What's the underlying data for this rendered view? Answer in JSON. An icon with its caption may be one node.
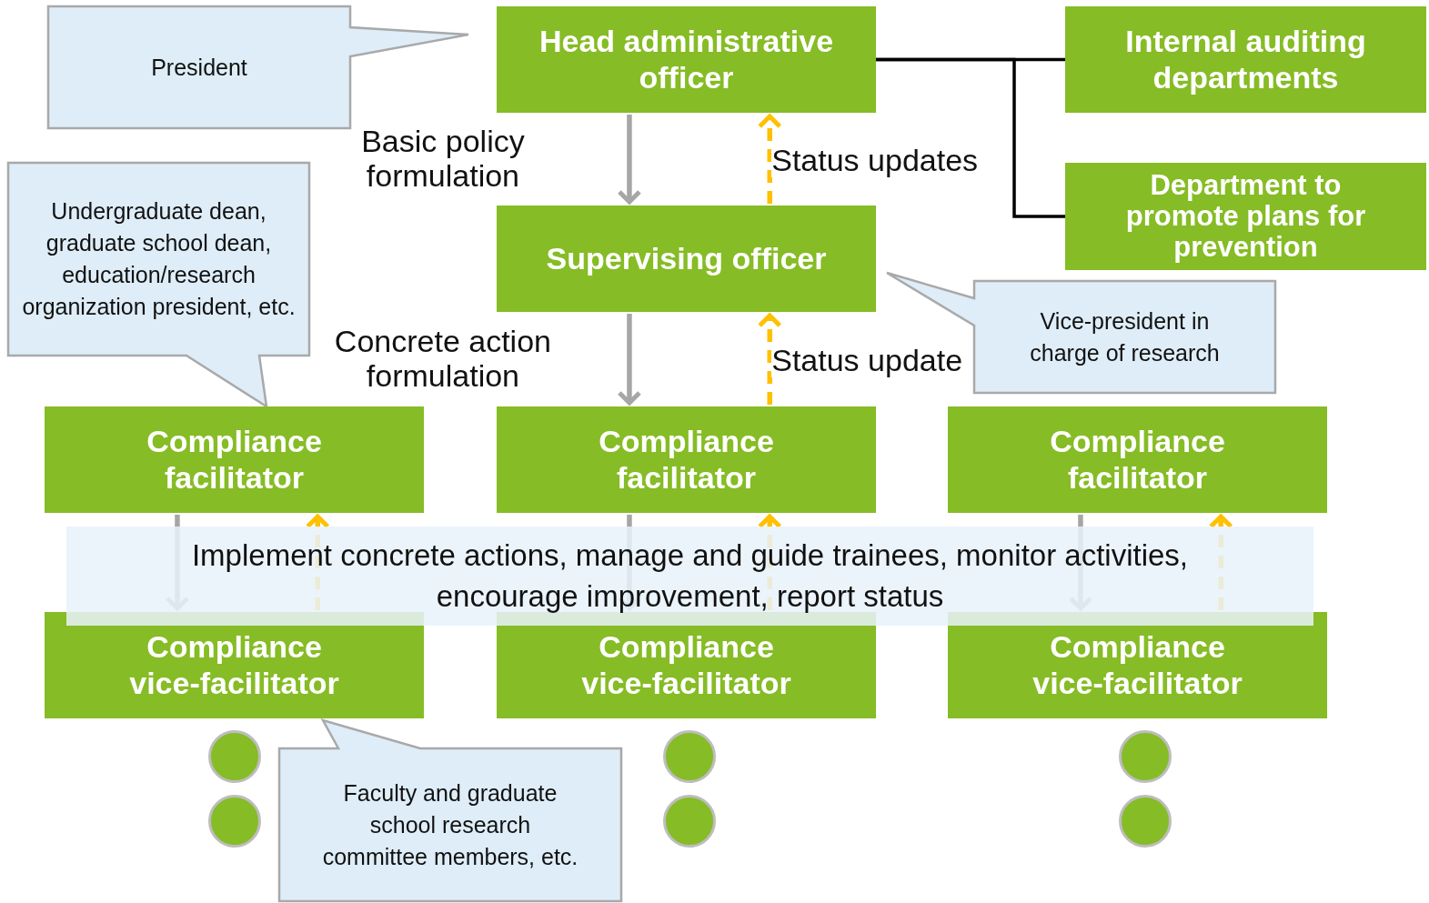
{
  "diagram": {
    "nodes": [
      {
        "text": [
          "President"
        ]
      },
      {
        "text": [
          "Head administrative officer"
        ]
      },
      {
        "text": [
          "Internal auditing departments"
        ]
      },
      {
        "text": [
          "Department to promote plans for prevention"
        ]
      },
      {
        "text": [
          "Undergraduate dean, graduate school dean, education/research organization president, etc."
        ]
      },
      {
        "text": [
          "Supervising officer"
        ]
      },
      {
        "text": [
          "Vice-president in charge of research"
        ]
      },
      {
        "text": [
          "Compliance facilitator"
        ]
      },
      {
        "text": [
          "Compliance facilitator"
        ]
      },
      {
        "text": [
          "Compliance facilitator"
        ]
      },
      {
        "text": [
          "Compliance vice-facilitator"
        ]
      },
      {
        "text": [
          "Compliance vice-facilitator"
        ]
      },
      {
        "text": [
          "Compliance vice-facilitator"
        ]
      },
      {
        "text": [
          "Faculty and graduate school research committee members, etc."
        ]
      },
      {
        "text": [],
        "shape": "circle"
      },
      {
        "text": [],
        "shape": "circle"
      },
      {
        "text": [],
        "shape": "circle"
      },
      {
        "text": [],
        "shape": "circle"
      },
      {
        "text": [],
        "shape": "circle"
      },
      {
        "text": [],
        "shape": "circle"
      }
    ],
    "edges": [
      {
        "from": 1,
        "to": 5,
        "arrow": "to",
        "label": "Basic policy formulation"
      },
      {
        "from": 5,
        "to": 1,
        "arrow": "to",
        "label": "Status updates",
        "style": "dashed",
        "color": "#ffc000"
      },
      {
        "from": 1,
        "to": 2,
        "arrow": "none",
        "color": "#000000"
      },
      {
        "from": 1,
        "to": 3,
        "arrow": "none",
        "color": "#000000"
      },
      {
        "from": 5,
        "to": 8,
        "arrow": "to",
        "label": "Concrete action formulation"
      },
      {
        "from": 8,
        "to": 5,
        "arrow": "to",
        "label": "Status update",
        "style": "dashed",
        "color": "#ffc000"
      },
      {
        "from": 7,
        "to": 10,
        "arrow": "to"
      },
      {
        "from": 10,
        "to": 7,
        "arrow": "to",
        "style": "dashed",
        "color": "#ffc000"
      },
      {
        "from": 8,
        "to": 11,
        "arrow": "to"
      },
      {
        "from": 11,
        "to": 8,
        "arrow": "to",
        "style": "dashed",
        "color": "#ffc000"
      },
      {
        "from": 9,
        "to": 12,
        "arrow": "to"
      },
      {
        "from": 12,
        "to": 9,
        "arrow": "to",
        "style": "dashed",
        "color": "#ffc000"
      }
    ],
    "labels": [
      "Implement concrete actions, manage and guide trainees, monitor activities, encourage improvement, report status"
    ]
  }
}
